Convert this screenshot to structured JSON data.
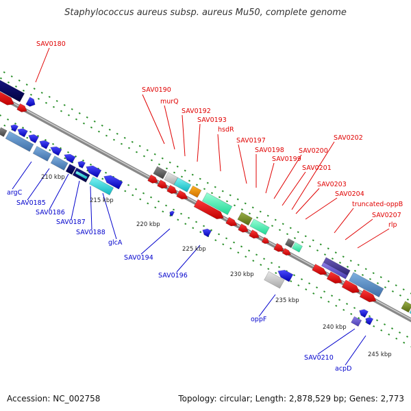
{
  "title": "Staphylococcus aureus subsp. aureus Mu50, complete genome",
  "footer": {
    "accession": "Accession: NC_002758",
    "summary": "Topology: circular; Length: 2,878,529 bp; Genes: 2,773"
  },
  "colors": {
    "backbone": "#8c8c8c",
    "forward_label": "#e00000",
    "reverse_label": "#0000cc",
    "tick": "#2a8f2a"
  },
  "scale_labels": [
    "210 kbp",
    "215 kbp",
    "220 kbp",
    "225 kbp",
    "230 kbp",
    "235 kbp",
    "240 kbp",
    "245 kbp"
  ],
  "forward_gene_labels": [
    "SAV0180",
    "SAV0190",
    "murQ",
    "SAV0192",
    "SAV0193",
    "hsdR",
    "SAV0197",
    "SAV0198",
    "SAV0199",
    "SAV0200",
    "SAV0201",
    "SAV0202",
    "SAV0203",
    "SAV0204",
    "truncated-oppB",
    "SAV0207",
    "rlp"
  ],
  "reverse_gene_labels": [
    "argC",
    "SAV0185",
    "SAV0186",
    "SAV0187",
    "SAV0188",
    "glcA",
    "SAV0194",
    "SAV0196",
    "oppF",
    "SAV0210",
    "acpD"
  ]
}
